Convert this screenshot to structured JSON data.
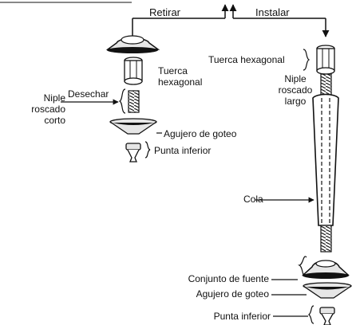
{
  "header": {
    "remove": "Retirar",
    "install": "Instalar"
  },
  "left_assembly": {
    "hex_nut": [
      "Tuerca",
      "hexagonal"
    ],
    "short_nipple": [
      "Niple",
      "roscado",
      "corto"
    ],
    "discard": "Desechar",
    "drip_hole": "Agujero de goteo",
    "bottom_tip": "Punta inferior"
  },
  "right_assembly": {
    "hex_nut": "Tuerca hexagonal",
    "long_nipple": [
      "Niple",
      "roscado",
      "largo"
    ],
    "tail": "Cola",
    "fountain_assembly": "Conjunto de fuente",
    "drip_hole": "Agujero de goteo",
    "bottom_tip": "Punta inferior"
  },
  "colors": {
    "line": "#111111",
    "fill_light": "#e6e6e6",
    "fill_dark": "#222222"
  }
}
